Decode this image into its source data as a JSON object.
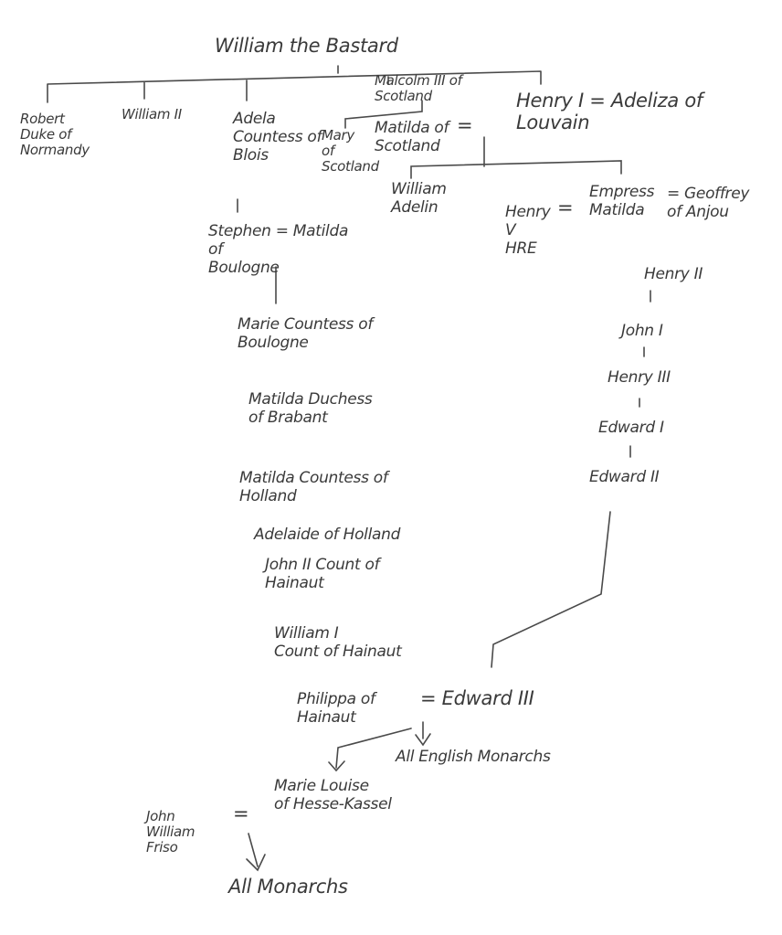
{
  "tree": {
    "root": "William the Bastard",
    "robert": "Robert\nDuke of\nNormandy",
    "william2": "William II",
    "adela": "Adela\nCountess of\nBlois",
    "malcolm": "Malcolm III of\nScotland",
    "mary": "Mary\nof\nScotland",
    "matilda_scotland": "Matilda of\nScotland",
    "eq1": "=",
    "henry1": "Henry I = Adeliza of\nLouvain",
    "william_adelin": "William\nAdelin",
    "henry5": "Henry\nV\nHRE",
    "eq2": "=",
    "empress": "Empress\nMatilda",
    "geoffrey": "= Geoffrey\nof Anjou",
    "henry2": "Henry II",
    "john1": "John I",
    "henry3": "Henry III",
    "edward1": "Edward I",
    "edward2": "Edward II",
    "stephen": "Stephen = Matilda\nof\nBoulogne",
    "marie": "Marie Countess of\nBoulogne",
    "matilda_brabant": "Matilda Duchess\nof Brabant",
    "matilda_holland": "Matilda Countess of\nHolland",
    "adelaide": "Adelaide of Holland",
    "john2": "John II Count of\nHainaut",
    "william1": "William I\nCount of Hainaut",
    "philippa": "Philippa of\nHainaut",
    "edward3": "=  Edward III",
    "all_english": "All English Monarchs",
    "marie_louise": "Marie Louise\nof Hesse-Kassel",
    "john_william": "John\nWilliam\nFriso",
    "eq3": "=",
    "all_monarchs": "All Monarchs"
  }
}
